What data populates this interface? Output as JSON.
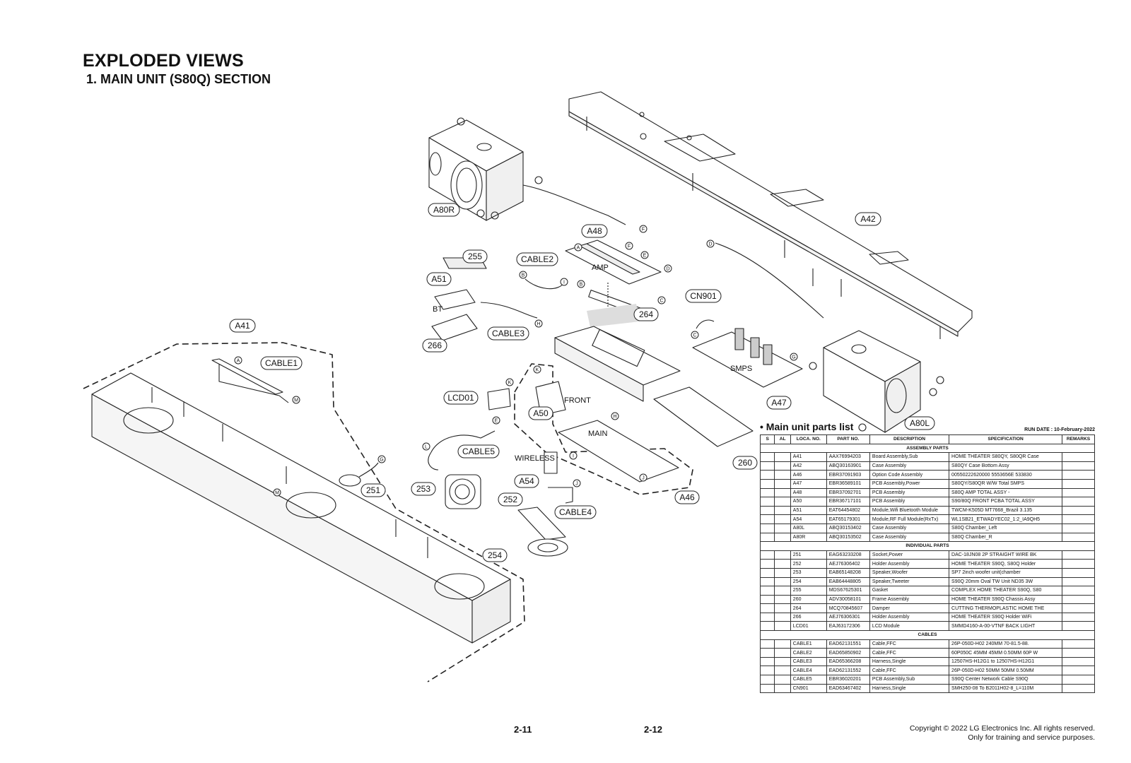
{
  "header": {
    "title": "EXPLODED VIEWS",
    "subtitle": "1. MAIN UNIT (S80Q) SECTION"
  },
  "diagram": {
    "callouts": {
      "a80r": "A80R",
      "a48": "A48",
      "a42": "A42",
      "s255": "255",
      "cable2": "CABLE2",
      "a51": "A51",
      "s264": "264",
      "cn901": "CN901",
      "a41": "A41",
      "s266": "266",
      "cable3": "CABLE3",
      "cable1": "CABLE1",
      "lcd01": "LCD01",
      "a50": "A50",
      "a47": "A47",
      "a80l": "A80L",
      "cable5": "CABLE5",
      "s260": "260",
      "s251": "251",
      "a54": "A54",
      "s253": "253",
      "s252": "252",
      "a46": "A46",
      "cable4": "CABLE4",
      "s254": "254"
    },
    "labels": {
      "amp": "AMP",
      "bt": "BT",
      "smps": "SMPS",
      "front": "FRONT",
      "main": "MAIN",
      "wireless": "WIRELESS"
    },
    "connectors": [
      "F",
      "A",
      "F",
      "E",
      "D",
      "B",
      "I",
      "B",
      "C",
      "H",
      "D",
      "C",
      "G",
      "A",
      "M",
      "K",
      "K",
      "E",
      "H",
      "L",
      "I",
      "J",
      "G",
      "M",
      "J"
    ]
  },
  "parts_list": {
    "title": "• Main unit parts list",
    "run_date": "RUN DATE : 10-February-2022",
    "columns": [
      "S",
      "AL",
      "LOCA. NO.",
      "PART NO.",
      "DESCRIPTION",
      "SPECIFICATION",
      "REMARKS"
    ],
    "sections": [
      {
        "name": "ASSEMBLY PARTS",
        "rows": [
          [
            "",
            "",
            "A41",
            "AAX76994203",
            "Board Assembly,Sub",
            "HOME THEATER S80QY, S80QR Case",
            ""
          ],
          [
            "",
            "",
            "A42",
            "ABQ30163901",
            "Case Assembly",
            "S80QY Case Bottom Assy",
            ""
          ],
          [
            "",
            "",
            "A46",
            "EBR37091903",
            "Option Code Assembly",
            "00550222620000 5553656E 533830",
            ""
          ],
          [
            "",
            "",
            "A47",
            "EBR36589101",
            "PCB Assembly,Power",
            "S80QY/S80QR W/W Total SMPS",
            ""
          ],
          [
            "",
            "",
            "A48",
            "EBR37092701",
            "PCB Assembly",
            "S80Q AMP TOTAL ASSY -",
            ""
          ],
          [
            "",
            "",
            "A50",
            "EBR36717101",
            "PCB Assembly",
            "S90/80Q FRONT PCBA TOTAL ASSY",
            ""
          ],
          [
            "",
            "",
            "A51",
            "EAT64454802",
            "Module,Wifi Bluetooth Module",
            "TWCM-K505D MT7668_Brazil 3.135",
            ""
          ],
          [
            "",
            "",
            "A54",
            "EAT65179301",
            "Module,RF Full Module(RxTx)",
            "WL1SB21_ETWADYEC02_1:2_IA9QH5",
            ""
          ],
          [
            "",
            "",
            "A80L",
            "ABQ30153402",
            "Case Assembly",
            "S80Q Chamber_Left",
            ""
          ],
          [
            "",
            "",
            "A80R",
            "ABQ30153502",
            "Case Assembly",
            "S80Q Chamber_R",
            ""
          ]
        ]
      },
      {
        "name": "INDIVIDUAL PARTS",
        "rows": [
          [
            "",
            "",
            "251",
            "EAG63233208",
            "Socket,Power",
            "DAC-18JN08 2P STRAIGHT WIRE BK",
            ""
          ],
          [
            "",
            "",
            "252",
            "AEJ76306402",
            "Holder Assembly",
            "HOME THEATER S90Q, S80Q Holder",
            ""
          ],
          [
            "",
            "",
            "253",
            "EAB65148208",
            "Speaker,Woofer",
            "SP7 2inch woofer unit(chamber",
            ""
          ],
          [
            "",
            "",
            "254",
            "EAB64448805",
            "Speaker,Tweeter",
            "S90Q 20mm Oval TW Unit ND35 3W",
            ""
          ],
          [
            "",
            "",
            "255",
            "MDS67625301",
            "Gasket",
            "COMPLEX HOME THEATER S90Q, S80",
            ""
          ],
          [
            "",
            "",
            "260",
            "ADV30058101",
            "Frame Assembly",
            "HOME THEATER S90Q Chassis Assy",
            ""
          ],
          [
            "",
            "",
            "264",
            "MCQ70845607",
            "Damper",
            "CUTTING THERMOPLASTIC HOME THE",
            ""
          ],
          [
            "",
            "",
            "266",
            "AEJ76306301",
            "Holder Assembly",
            "HOME THEATER S90Q Holder WiFi",
            ""
          ],
          [
            "",
            "",
            "LCD01",
            "EAJ63172306",
            "LCD Module",
            "SMMD4160-A-00-VTNF BACK LIGHT",
            ""
          ]
        ]
      },
      {
        "name": "CABLES",
        "rows": [
          [
            "",
            "",
            "CABLE1",
            "EAD62131551",
            "Cable,FFC",
            "26P-050D-H02 240MM 70-81.5-88.",
            ""
          ],
          [
            "",
            "",
            "CABLE2",
            "EAD65850902",
            "Cable,FFC",
            "60P050C 45MM 45MM 0.50MM 60P W",
            ""
          ],
          [
            "",
            "",
            "CABLE3",
            "EAD65366208",
            "Harness,Single",
            "12507HS-H12G1 to 12507HS-H12G1",
            ""
          ],
          [
            "",
            "",
            "CABLE4",
            "EAD62131552",
            "Cable,FFC",
            "26P-050D-H02 50MM 50MM 0.50MM",
            ""
          ],
          [
            "",
            "",
            "CABLE5",
            "EBR36020201",
            "PCB Assembly,Sub",
            "S90Q Center Network Cable S90Q",
            ""
          ],
          [
            "",
            "",
            "CN901",
            "EAD63467402",
            "Harness,Single",
            "SMH250-08 To B2011H02-8_L=110M",
            ""
          ]
        ]
      }
    ]
  },
  "footer": {
    "page_left": "2-11",
    "page_right": "2-12",
    "copyright_line1": "Copyright © 2022 LG Electronics Inc. All rights reserved.",
    "copyright_line2": "Only for training and service purposes."
  }
}
